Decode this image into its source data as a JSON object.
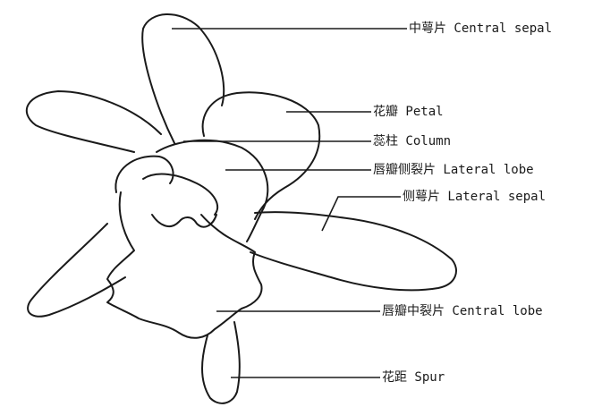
{
  "labels": {
    "central_sepal": "中萼片 Central sepal",
    "petal": "花瓣 Petal",
    "column": "蕊柱 Column",
    "lateral_lobe": "唇瓣侧裂片 Lateral lobe",
    "lateral_sepal": "侧萼片 Lateral sepal",
    "central_lobe": "唇瓣中裂片 Central lobe",
    "spur": "花距 Spur"
  },
  "colors": {
    "line": "#1a1a1a",
    "background": "#ffffff"
  }
}
